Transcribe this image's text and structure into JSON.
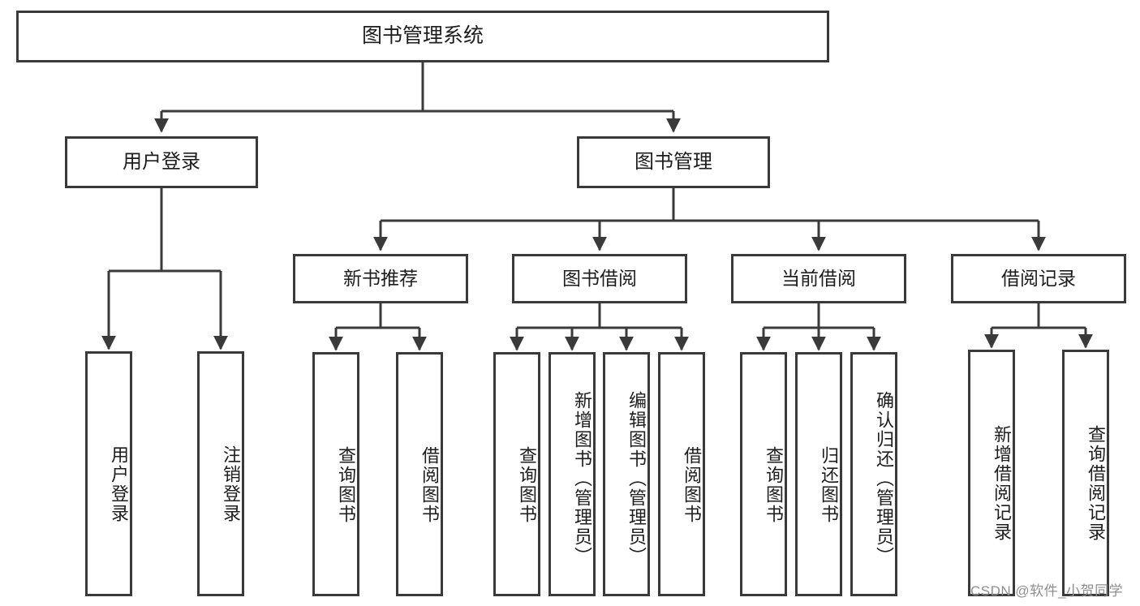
{
  "diagram": {
    "type": "hierarchy-tree",
    "title": "图书管理系统",
    "levels": {
      "root": {
        "label": "图书管理系统"
      },
      "level2": [
        {
          "label": "用户登录"
        },
        {
          "label": "图书管理"
        }
      ],
      "level3": [
        {
          "label": "新书推荐"
        },
        {
          "label": "图书借阅"
        },
        {
          "label": "当前借阅"
        },
        {
          "label": "借阅记录"
        }
      ],
      "leaves": {
        "user_login": [
          {
            "label": "用户登录"
          },
          {
            "label": "注销登录"
          }
        ],
        "new_book_recommend": [
          {
            "label": "查询图书"
          },
          {
            "label": "借阅图书"
          }
        ],
        "book_borrow": [
          {
            "label": "查询图书"
          },
          {
            "label": "新增图书（管理员）"
          },
          {
            "label": "编辑图书（管理员）"
          },
          {
            "label": "借阅图书"
          }
        ],
        "current_borrow": [
          {
            "label": "查询图书"
          },
          {
            "label": "归还图书"
          },
          {
            "label": "确认归还（管理员）"
          }
        ],
        "borrow_record": [
          {
            "label": "新增借阅记录"
          },
          {
            "label": "查询借阅记录"
          }
        ]
      }
    },
    "colors": {
      "border": "#3a3a3a",
      "text": "#1d1d1d",
      "background": "#ffffff",
      "watermark": "#8e8e8e"
    }
  },
  "watermark": {
    "text": "CSDN @软件_小贺同学"
  }
}
